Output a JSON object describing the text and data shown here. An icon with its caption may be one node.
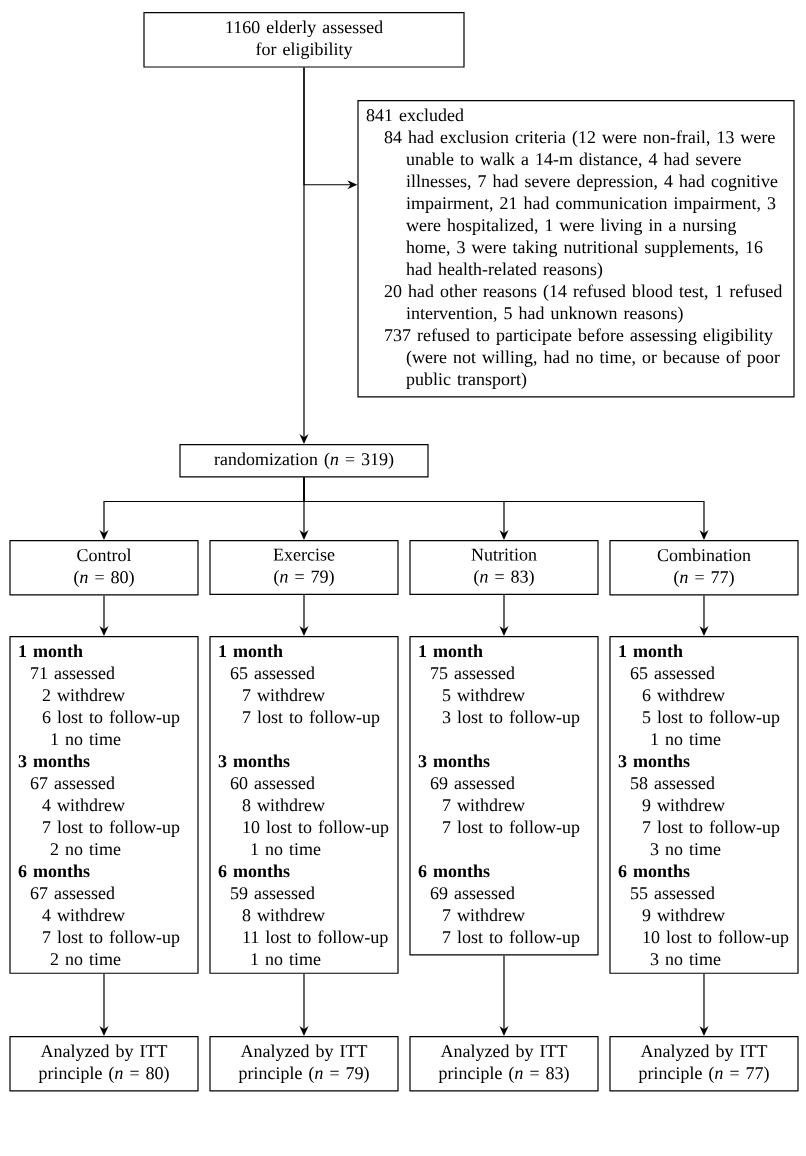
{
  "diagram": {
    "nodes": [
      {
        "text": [
          "1160 elderly assessed for eligibility"
        ]
      },
      {
        "text": [
          "841 excluded",
          "84 had exclusion criteria (12 were non-frail, 13 were unable to walk a 14-m distance, 4 had severe illnesses, 7 had severe depression, 4 had cognitive impairment, 21 had communication impairment, 3 were hospitalized, 1 were living in a nursing home, 3 were taking nutritional supplements, 16 had health-related reasons)",
          "20 had other reasons (14 refused blood test, 1 refused intervention, 5 had unknown reasons)",
          "737 refused to participate before assessing eligibility (were not willing, had no time, or because of poor public transport)"
        ]
      },
      {
        "text": [
          "randomization (*n* = 319)"
        ]
      },
      {
        "text": [
          "Control (*n* = 80)"
        ]
      },
      {
        "text": [
          "Exercise (*n* = 79)"
        ]
      },
      {
        "text": [
          "Nutrition (*n* = 83)"
        ]
      },
      {
        "text": [
          "Combination (*n* = 77)"
        ]
      },
      {
        "text": [
          "1 month",
          "71 assessed",
          "2 withdrew",
          "6 lost to follow-up",
          "1 no time",
          "3 months",
          "67 assessed",
          "4 withdrew",
          "7 lost to follow-up",
          "2 no time",
          "6 months",
          "67 assessed",
          "4 withdrew",
          "7 lost to follow-up",
          "2 no time"
        ]
      },
      {
        "text": [
          "1 month",
          "65 assessed",
          "7 withdrew",
          "7 lost to follow-up",
          "3 months",
          "60 assessed",
          "8 withdrew",
          "10 lost to follow-up",
          "1 no time",
          "6 months",
          "59 assessed",
          "8 withdrew",
          "11 lost to follow-up",
          "1 no time"
        ]
      },
      {
        "text": [
          "1 month",
          "75 assessed",
          "5 withdrew",
          "3 lost to follow-up",
          "3 months",
          "69 assessed",
          "7 withdrew",
          "7 lost to follow-up",
          "6 months",
          "69 assessed",
          "7 withdrew",
          "7 lost to follow-up"
        ]
      },
      {
        "text": [
          "1 month",
          "65 assessed",
          "6 withdrew",
          "5 lost to follow-up",
          "1 no time",
          "3 months",
          "58 assessed",
          "9 withdrew",
          "7 lost to follow-up",
          "3 no time",
          "6 months",
          "55 assessed",
          "9 withdrew",
          "10 lost to follow-up",
          "3 no time"
        ]
      },
      {
        "text": [
          "Analyzed by ITT principle (*n* = 80)"
        ]
      },
      {
        "text": [
          "Analyzed by ITT principle (*n* = 79)"
        ]
      },
      {
        "text": [
          "Analyzed by ITT principle (*n* = 83)"
        ]
      },
      {
        "text": [
          "Analyzed by ITT principle (*n* = 77)"
        ]
      }
    ],
    "edges": [
      {
        "from": 0,
        "to": 1,
        "arrow": "to"
      },
      {
        "from": 0,
        "to": 2,
        "arrow": "to"
      },
      {
        "from": 2,
        "to": 3,
        "arrow": "to"
      },
      {
        "from": 2,
        "to": 4,
        "arrow": "to"
      },
      {
        "from": 2,
        "to": 5,
        "arrow": "to"
      },
      {
        "from": 2,
        "to": 6,
        "arrow": "to"
      },
      {
        "from": 3,
        "to": 7,
        "arrow": "to"
      },
      {
        "from": 4,
        "to": 8,
        "arrow": "to"
      },
      {
        "from": 5,
        "to": 9,
        "arrow": "to"
      },
      {
        "from": 6,
        "to": 10,
        "arrow": "to"
      },
      {
        "from": 7,
        "to": 11,
        "arrow": "to"
      },
      {
        "from": 8,
        "to": 12,
        "arrow": "to"
      },
      {
        "from": 9,
        "to": 13,
        "arrow": "to"
      },
      {
        "from": 10,
        "to": 14,
        "arrow": "to"
      }
    ]
  }
}
